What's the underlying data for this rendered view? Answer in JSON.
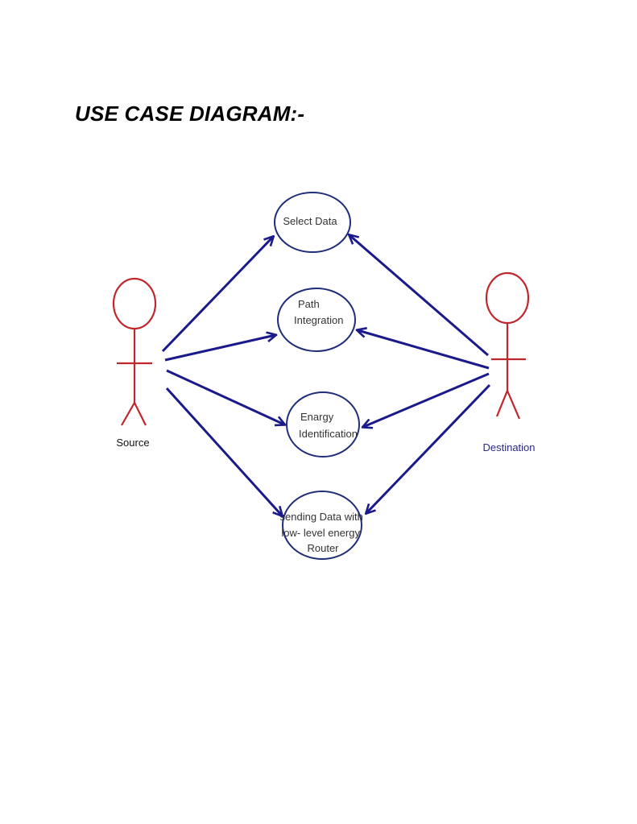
{
  "title": "USE CASE DIAGRAM:-",
  "actors": {
    "source": {
      "label": "Source"
    },
    "destination": {
      "label": "Destination"
    }
  },
  "use_cases": [
    {
      "lines": [
        "Select Data"
      ]
    },
    {
      "lines": [
        "Path",
        "Integration"
      ]
    },
    {
      "lines": [
        "Enargy",
        "Identification"
      ]
    },
    {
      "lines": [
        "sending Data with",
        "low- level energy",
        "Router"
      ]
    }
  ],
  "colors": {
    "actor": "#c0262d",
    "ellipse": "#1f2d7a",
    "arrow": "#1a1a8a",
    "source_label": "#111111",
    "destination_label": "#2a2a8a"
  }
}
